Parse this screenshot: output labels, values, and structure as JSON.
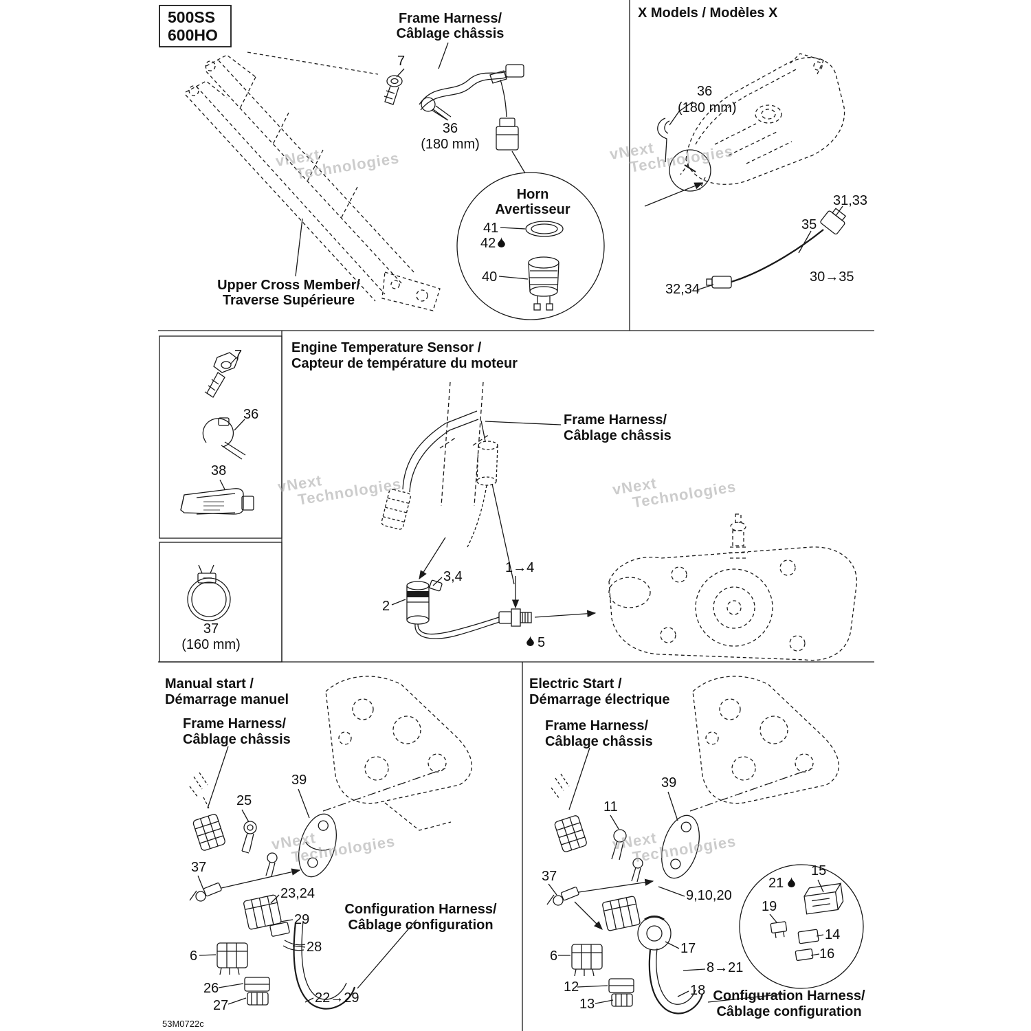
{
  "page": {
    "footer_code": "53M0722c",
    "watermark_line1": "vNext",
    "watermark_line2": "Technologies"
  },
  "badge": {
    "model1": "500SS",
    "model2": "600HO"
  },
  "top_left": {
    "frame_harness1": "Frame Harness/",
    "frame_harness2": "Câblage châssis",
    "part7": "7",
    "part36": "36",
    "part36_len": "(180 mm)",
    "horn1": "Horn",
    "horn2": "Avertisseur",
    "part41": "41",
    "part42": "42",
    "part40": "40",
    "cross_member1": "Upper Cross Member/",
    "cross_member2": "Traverse Supérieure"
  },
  "x_models": {
    "title": "X Models / Modèles X",
    "part36": "36",
    "part36_len": "(180 mm)",
    "part31_33": "31,33",
    "part35": "35",
    "part30_35": "30→35",
    "part32_34": "32,34"
  },
  "hardware": {
    "part7": "7",
    "part36": "36",
    "part38": "38",
    "part37": "37",
    "part37_len": "(160 mm)"
  },
  "engine_sensor": {
    "title1": "Engine Temperature Sensor /",
    "title2": "Capteur de température du moteur",
    "frame_harness1": "Frame Harness/",
    "frame_harness2": "Câblage châssis",
    "part3_4": "3,4",
    "part2": "2",
    "part1_4": "1→4",
    "part5": "5"
  },
  "manual_start": {
    "title1": "Manual start /",
    "title2": "Démarrage manuel",
    "frame_harness1": "Frame Harness/",
    "frame_harness2": "Câblage châssis",
    "part39": "39",
    "part25": "25",
    "part37": "37",
    "part23_24": "23,24",
    "part29": "29",
    "part28": "28",
    "part6": "6",
    "part26": "26",
    "part27": "27",
    "part22_29": "22→29",
    "config_harness1": "Configuration Harness/",
    "config_harness2": "Câblage configuration"
  },
  "electric_start": {
    "title1": "Electric Start /",
    "title2": "Démarrage électrique",
    "frame_harness1": "Frame Harness/",
    "frame_harness2": "Câblage châssis",
    "part39": "39",
    "part11": "11",
    "part37": "37",
    "part9_10_20": "9,10,20",
    "part6": "6",
    "part17": "17",
    "part8_21": "8→21",
    "part12": "12",
    "part13": "13",
    "part18": "18",
    "part21": "21",
    "part15": "15",
    "part19": "19",
    "part14": "14",
    "part16": "16",
    "config_harness1": "Configuration Harness/",
    "config_harness2": "Câblage configuration"
  }
}
